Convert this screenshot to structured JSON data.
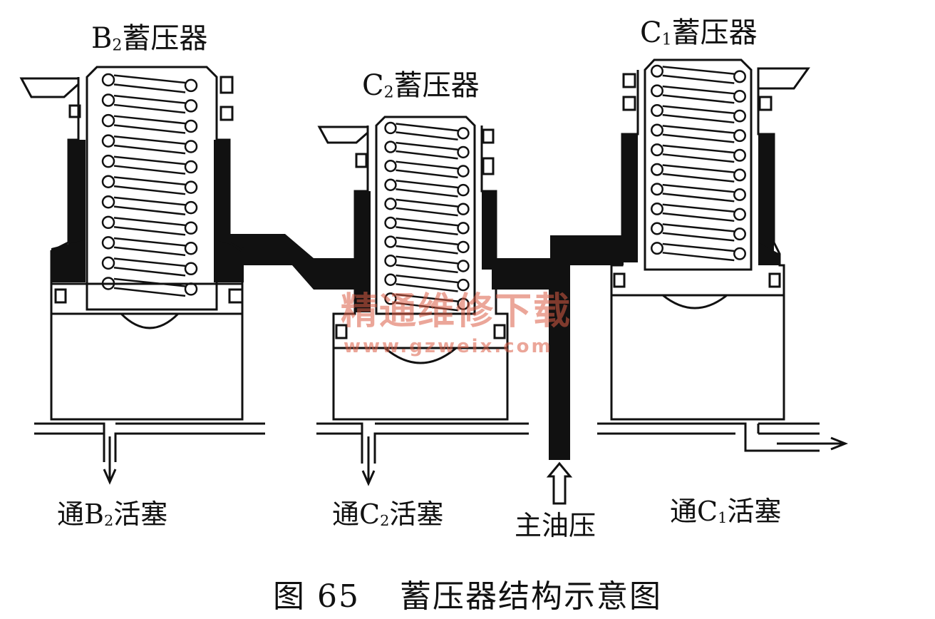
{
  "labels": {
    "b2_accumulator": {
      "prefix": "B",
      "sub": "2",
      "text": "蓄压器"
    },
    "c2_accumulator": {
      "prefix": "C",
      "sub": "2",
      "text": "蓄压器"
    },
    "c1_accumulator": {
      "prefix": "C",
      "sub": "1",
      "text": "蓄压器"
    },
    "to_b2_piston": {
      "pre": "通",
      "prefix": "B",
      "sub": "2",
      "text": "活塞"
    },
    "to_c2_piston": {
      "pre": "通",
      "prefix": "C",
      "sub": "2",
      "text": "活塞"
    },
    "to_c1_piston": {
      "pre": "通",
      "prefix": "C",
      "sub": "1",
      "text": "活塞"
    },
    "main_line_pressure": "主油压"
  },
  "caption": {
    "figure_number": "图 65",
    "title": "蓄压器结构示意图"
  },
  "watermark": {
    "main": "精通维修下载",
    "url": "www.gzweix.com"
  },
  "colors": {
    "ink": "#111111",
    "background": "#ffffff",
    "watermark": "#da5c46"
  }
}
